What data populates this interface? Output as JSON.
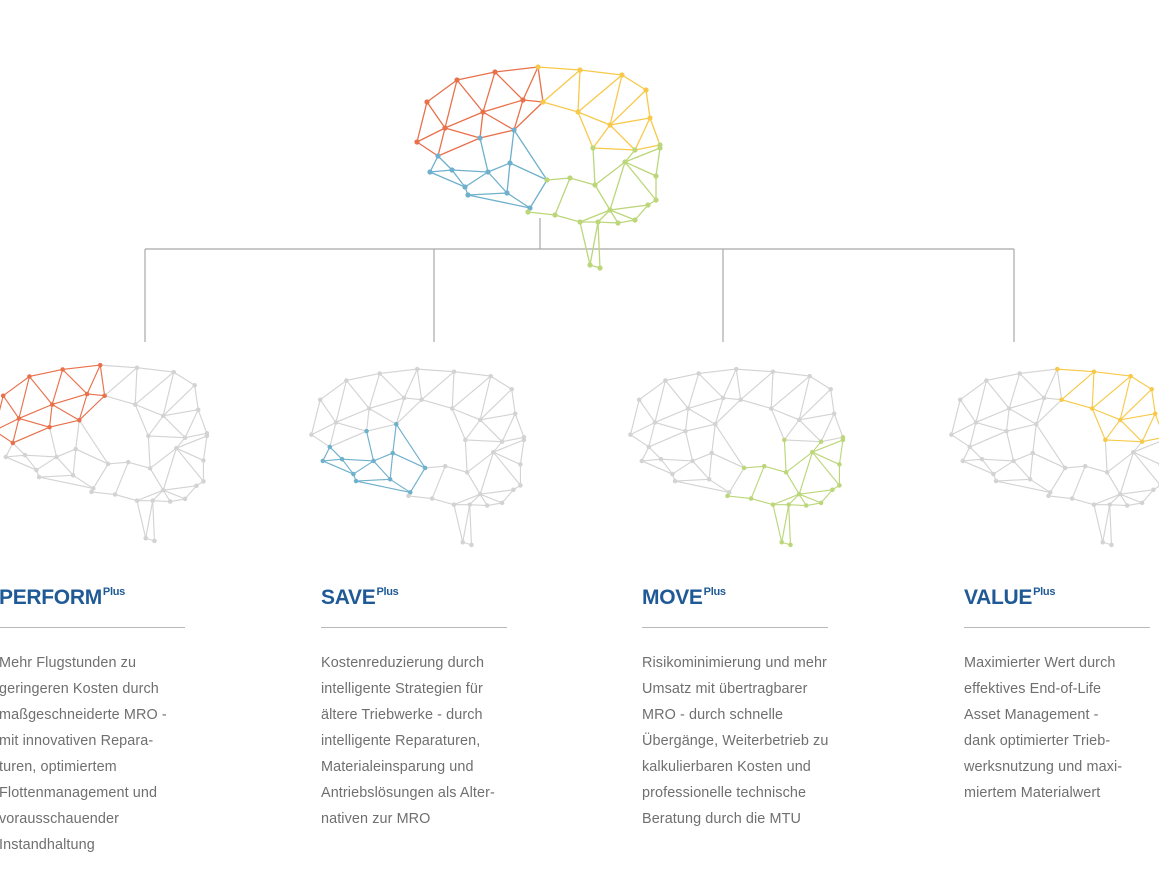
{
  "colors": {
    "orange": "#e8704a",
    "yellow": "#f7c94b",
    "blue": "#6fb0cc",
    "green": "#bcd67a",
    "gray": "#d3d3d3",
    "connector": "#a8a8a8",
    "title": "#1f5a96",
    "text": "#6f6f6f"
  },
  "services": [
    {
      "title": "PERFORM",
      "suffix": "Plus",
      "highlight": "orange",
      "text": "Mehr Flugstunden zu\ngeringeren Kosten durch\nmaßgeschneiderte MRO -\nmit innovativen Repara-\nturen, optimiertem\nFlottenmanagement und\nvorausschauender\nInstandhaltung"
    },
    {
      "title": "SAVE",
      "suffix": "Plus",
      "highlight": "blue",
      "text": "Kostenreduzierung durch\nintelligente Strategien für\nältere Triebwerke - durch\nintelligente Reparaturen,\nMaterialeinsparung und\nAntriebslösungen als Alter-\nnativen zur MRO"
    },
    {
      "title": "MOVE",
      "suffix": "Plus",
      "highlight": "green",
      "text": "Risikominimierung und mehr\nUmsatz mit übertragbarer\nMRO - durch schnelle\nÜbergänge, Weiterbetrieb zu\nkalkulierbaren Kosten und\nprofessionelle technische\nBeratung durch die MTU"
    },
    {
      "title": "VALUE",
      "suffix": "Plus",
      "highlight": "yellow",
      "text": "Maximierter Wert durch\neffektives End-of-Life\nAsset Management -\ndank optimierter Trieb-\nwerksnutzung und maxi-\nmiertem Materialwert"
    }
  ]
}
